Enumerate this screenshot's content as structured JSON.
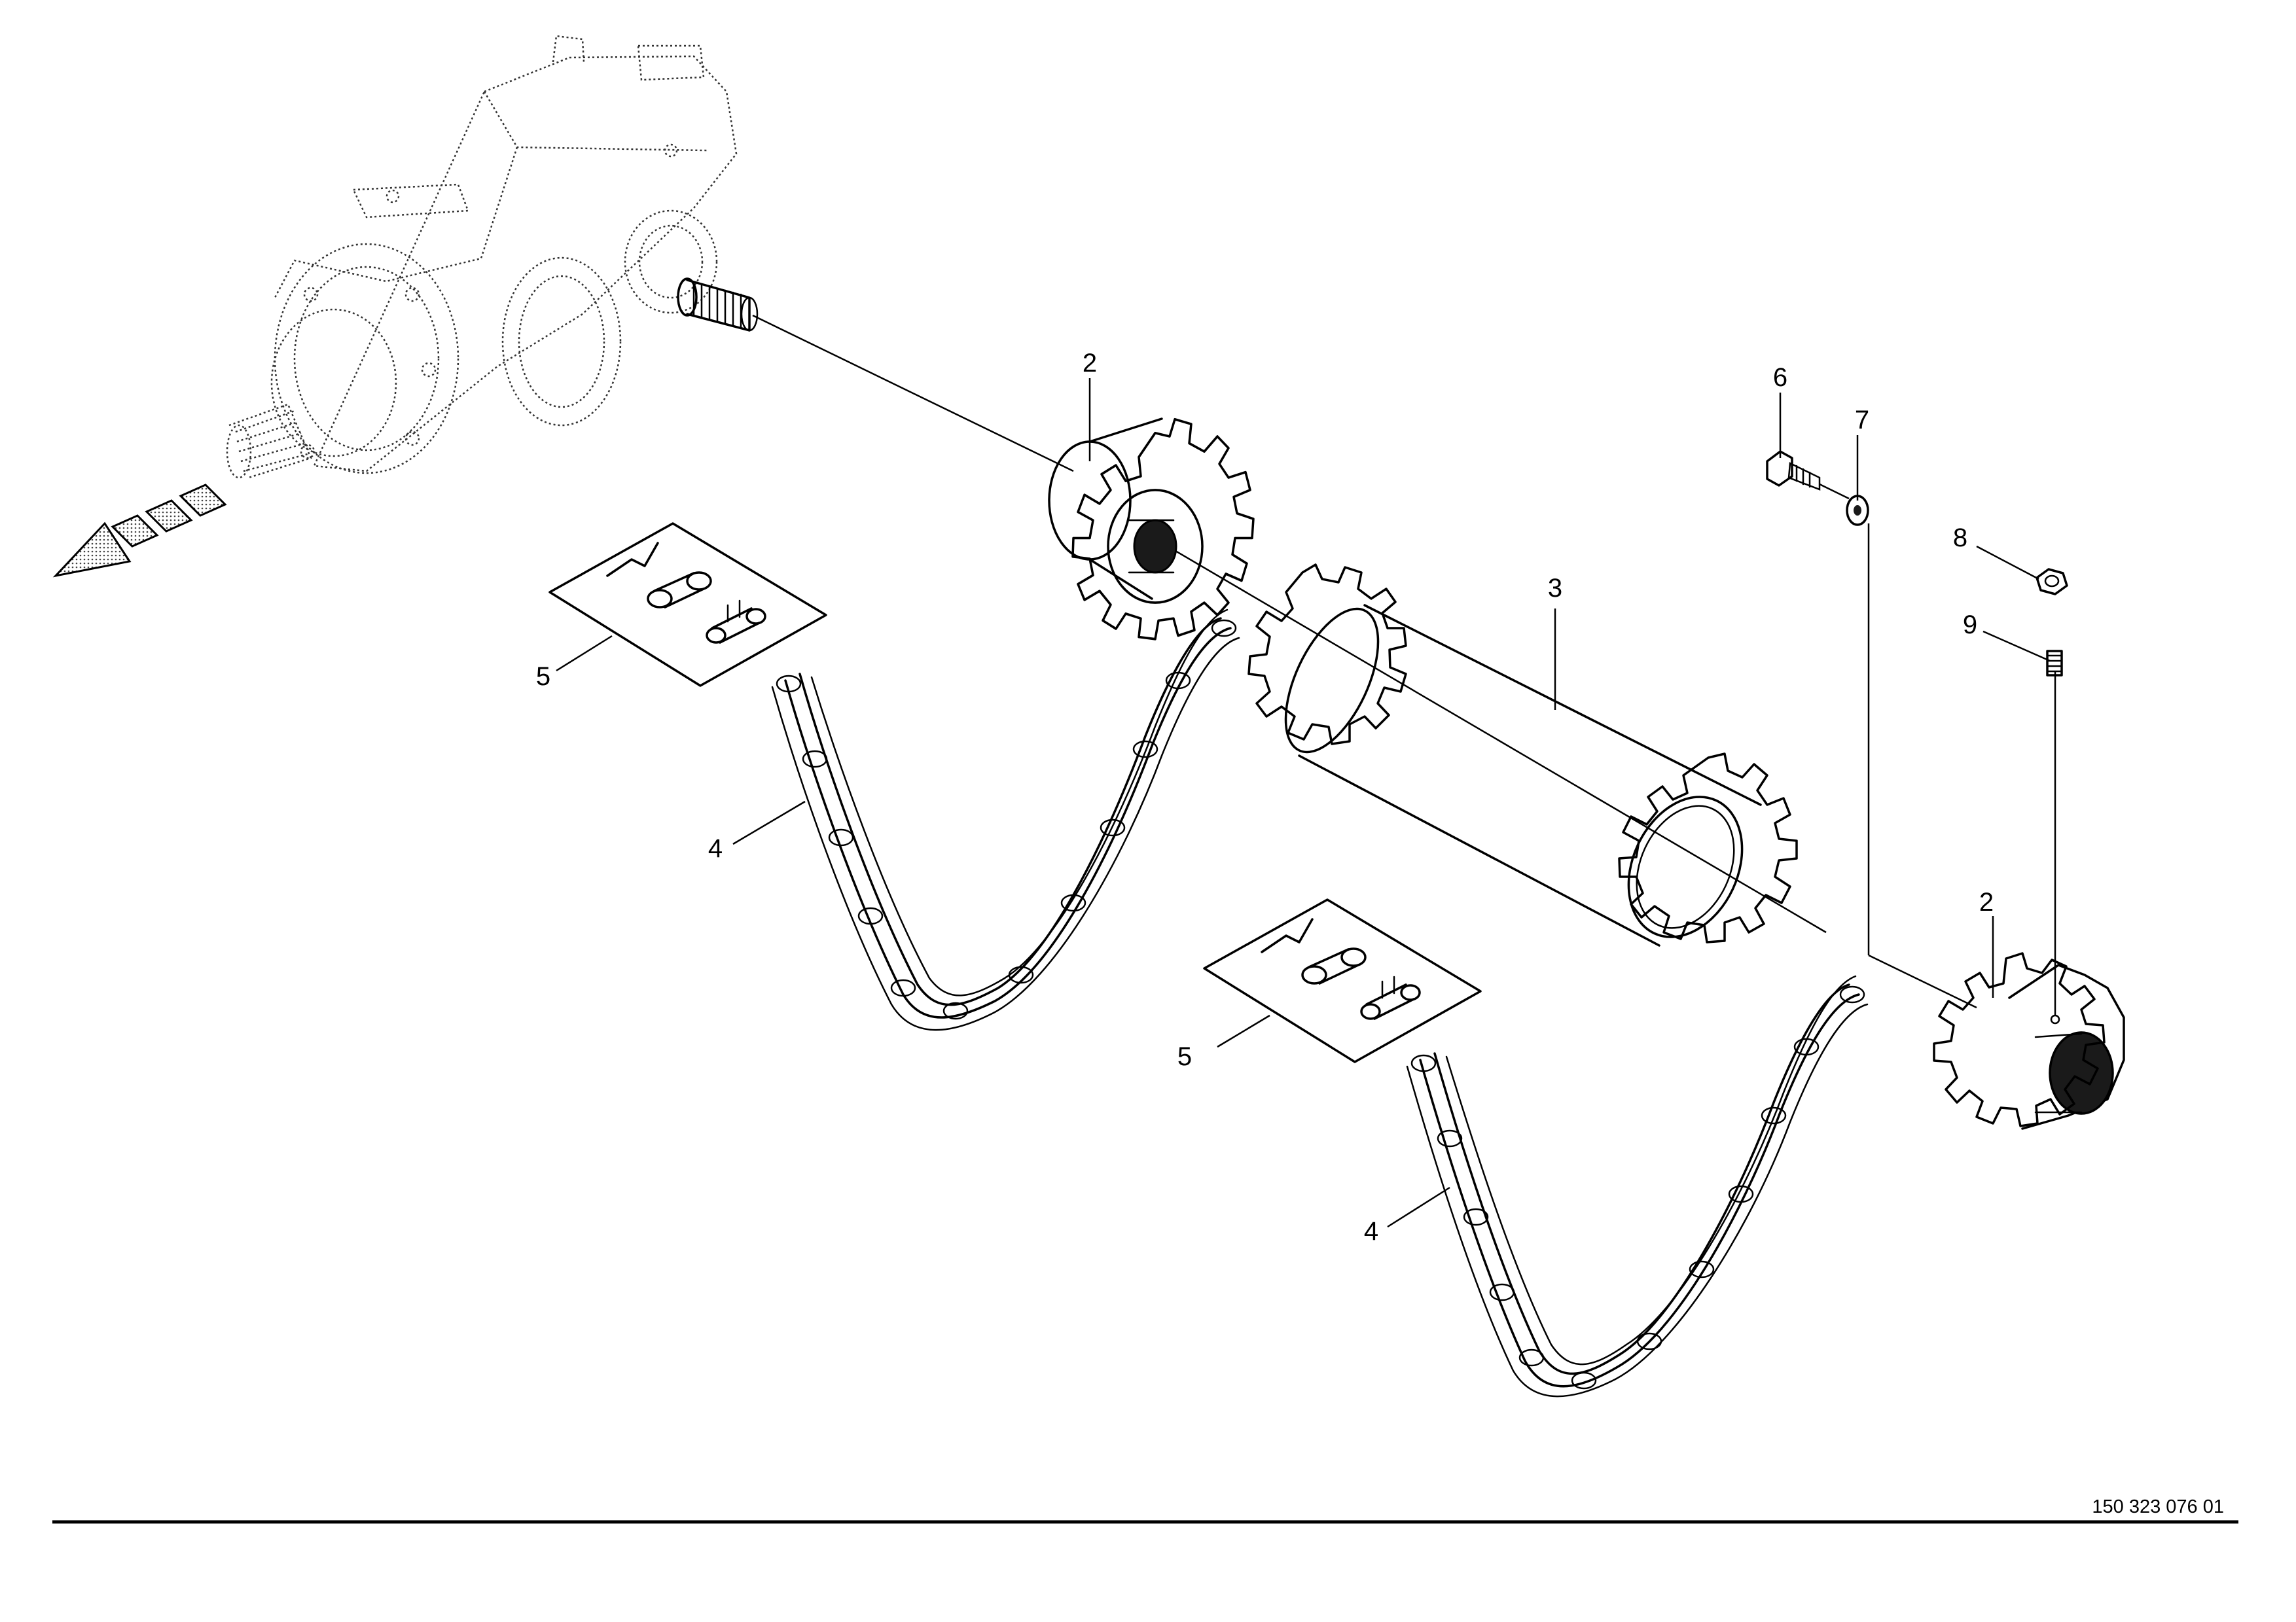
{
  "diagram": {
    "document_number": "150 323 076 01",
    "callouts": [
      {
        "id": "c2a",
        "label": "2"
      },
      {
        "id": "c2b",
        "label": "2"
      },
      {
        "id": "c3",
        "label": "3"
      },
      {
        "id": "c4a",
        "label": "4"
      },
      {
        "id": "c4b",
        "label": "4"
      },
      {
        "id": "c5a",
        "label": "5"
      },
      {
        "id": "c5b",
        "label": "5"
      },
      {
        "id": "c6",
        "label": "6"
      },
      {
        "id": "c7",
        "label": "7"
      },
      {
        "id": "c8",
        "label": "8"
      },
      {
        "id": "c9",
        "label": "9"
      }
    ],
    "colors": {
      "ink": "#000000",
      "ghost": "#333333",
      "dark_fill": "#1a1a1a"
    }
  }
}
